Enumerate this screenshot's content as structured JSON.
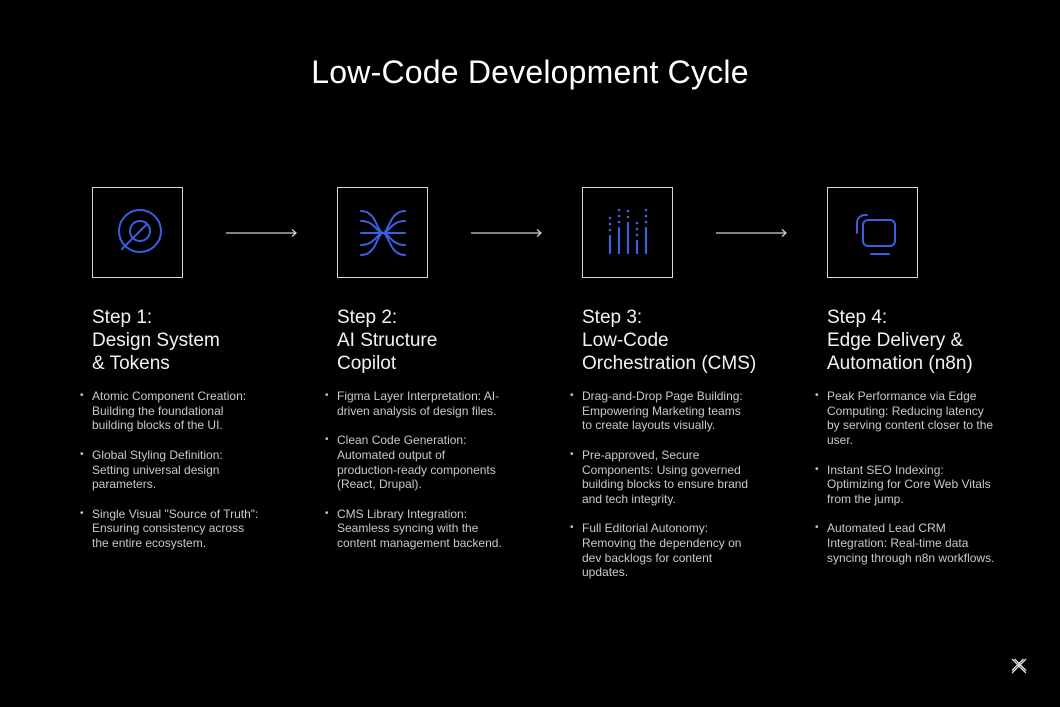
{
  "title": "Low-Code Development Cycle",
  "accent_color": "#3b5bdb",
  "steps": [
    {
      "icon": "target-icon",
      "title_lines": [
        "Step 1:",
        "Design System",
        "& Tokens"
      ],
      "bullets": [
        "Atomic Component Creation: Building the foundational building blocks of the UI.",
        "Global Styling Definition: Setting universal design parameters.",
        "Single Visual \"Source of Truth\": Ensuring consistency across the entire ecosystem."
      ]
    },
    {
      "icon": "converging-lines-icon",
      "title_lines": [
        "Step 2:",
        "AI Structure",
        "Copilot"
      ],
      "bullets": [
        "Figma Layer Interpretation: AI-driven analysis of design files.",
        "Clean Code Generation: Automated output of production-ready components (React, Drupal).",
        "CMS Library Integration: Seamless syncing with the content management backend."
      ]
    },
    {
      "icon": "dotted-bars-icon",
      "title_lines": [
        "Step 3:",
        "Low-Code",
        "Orchestration (CMS)"
      ],
      "bullets": [
        "Drag-and-Drop Page Building: Empowering Marketing teams to create layouts visually.",
        "Pre-approved, Secure Components: Using governed building blocks to ensure brand and tech integrity.",
        "Full Editorial Autonomy: Removing the dependency on dev backlogs for content updates."
      ]
    },
    {
      "icon": "monitor-icon",
      "title_lines": [
        "Step 4:",
        "Edge Delivery &",
        "Automation (n8n)"
      ],
      "bullets": [
        "Peak Performance via Edge Computing: Reducing latency by serving content closer to the user.",
        "Instant SEO Indexing: Optimizing for Core Web Vitals from the jump.",
        "Automated Lead CRM Integration: Real-time data syncing through n8n workflows."
      ]
    }
  ],
  "logo": "x-logo-icon"
}
